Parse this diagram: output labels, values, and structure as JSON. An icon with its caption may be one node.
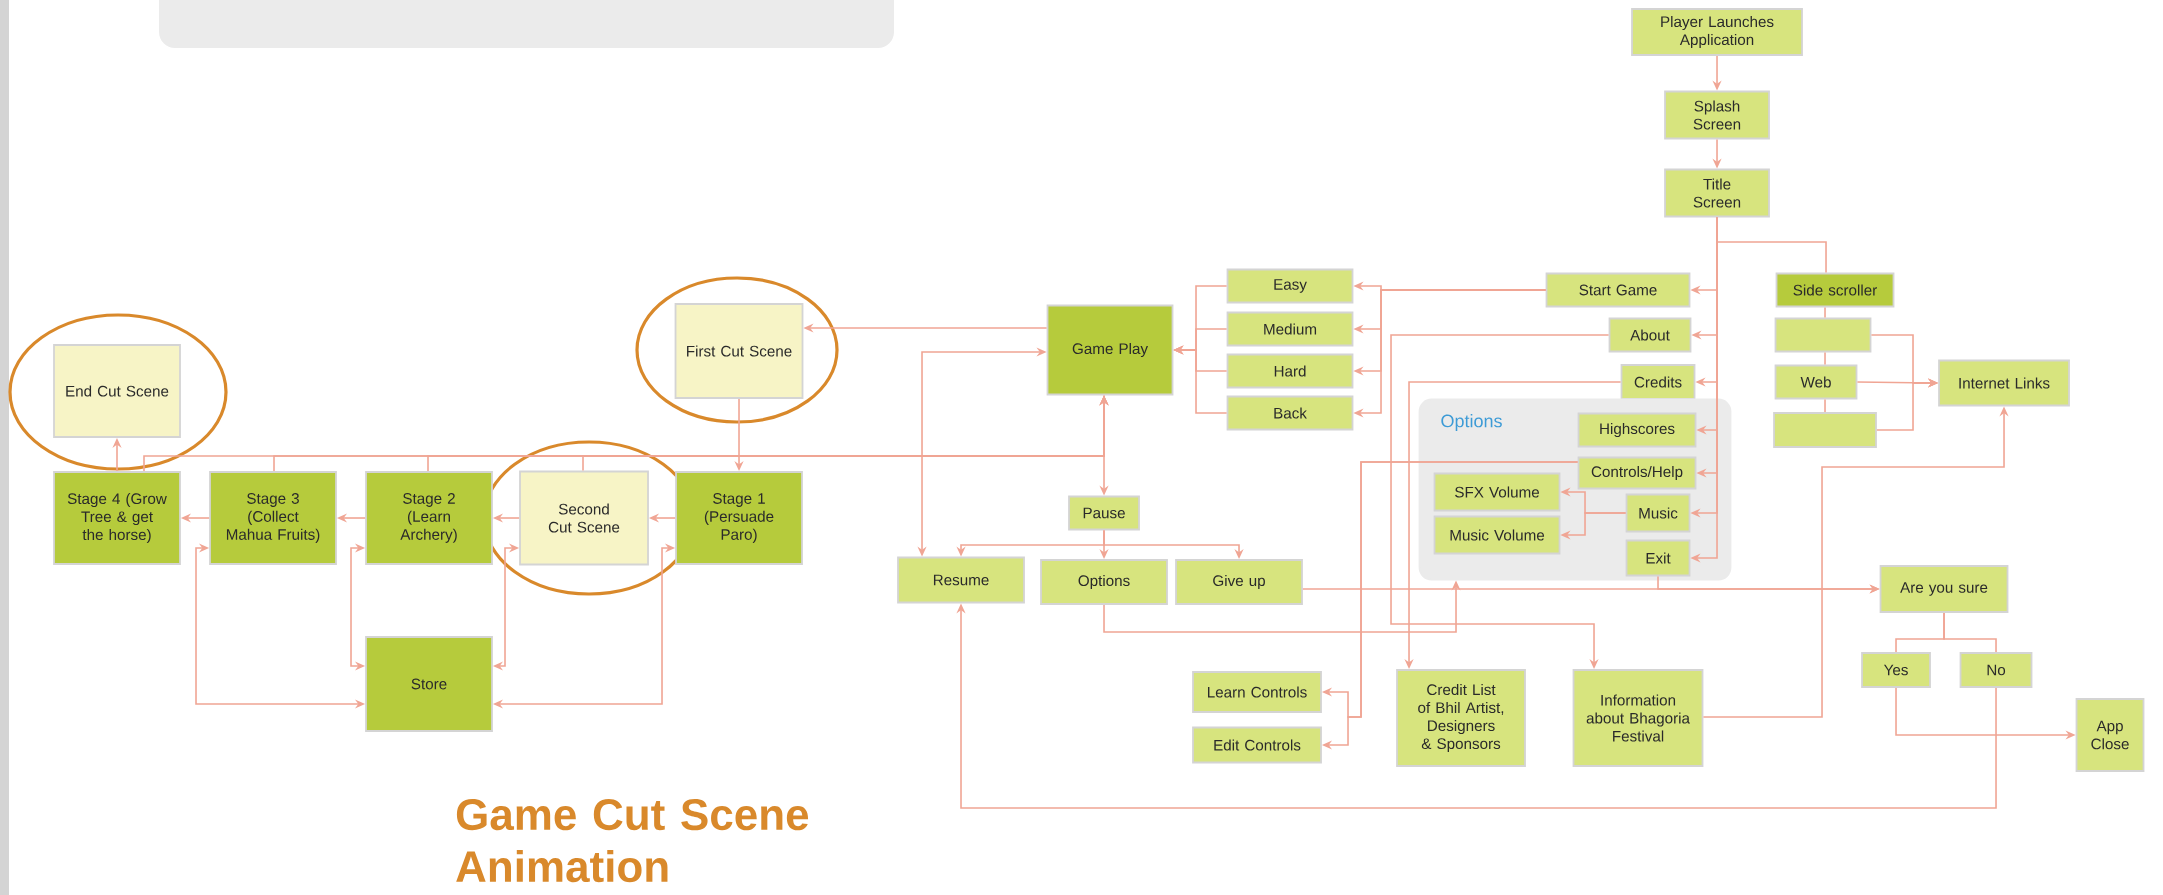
{
  "diagram": {
    "title": "Game Cut Scene Animation",
    "nodes": [
      {
        "text": [
          "Player Launches Application"
        ]
      },
      {
        "text": [
          "Splash Screen"
        ]
      },
      {
        "text": [
          "Title Screen"
        ]
      },
      {
        "text": [
          "Start Game"
        ]
      },
      {
        "text": [
          "About"
        ]
      },
      {
        "text": [
          "Credits"
        ]
      },
      {
        "text": [
          "Options"
        ]
      },
      {
        "text": [
          "Highscores"
        ],
        "in": 6
      },
      {
        "text": [
          "Controls/Help"
        ],
        "in": 6
      },
      {
        "text": [
          "SFX Volume"
        ],
        "in": 6
      },
      {
        "text": [
          "Music Volume"
        ],
        "in": 6
      },
      {
        "text": [
          "Music"
        ],
        "in": 6
      },
      {
        "text": [
          "Exit"
        ],
        "in": 6
      },
      {
        "text": [
          "Side scroller"
        ]
      },
      {
        "text": [],
        "shape": "box"
      },
      {
        "text": [
          "Web"
        ]
      },
      {
        "text": [],
        "shape": "box"
      },
      {
        "text": [
          "Internet Links"
        ]
      },
      {
        "text": [
          "Easy"
        ]
      },
      {
        "text": [
          "Medium"
        ]
      },
      {
        "text": [
          "Hard"
        ]
      },
      {
        "text": [
          "Back"
        ]
      },
      {
        "text": [
          "Game Play"
        ]
      },
      {
        "text": [
          "First Cut Scene"
        ]
      },
      {
        "text": [
          "End Cut Scene"
        ]
      },
      {
        "text": [
          "Stage 4 (Grow Tree & get the horse)"
        ]
      },
      {
        "text": [
          "Stage 3 (Collect Mahua Fruits)"
        ]
      },
      {
        "text": [
          "Stage 2 (Learn Archery)"
        ]
      },
      {
        "text": [
          "Second Cut Scene"
        ]
      },
      {
        "text": [
          "Stage 1 (Persuade Paro)"
        ]
      },
      {
        "text": [
          "Store"
        ]
      },
      {
        "text": [
          "Pause"
        ]
      },
      {
        "text": [
          "Resume"
        ]
      },
      {
        "text": [
          "Options"
        ]
      },
      {
        "text": [
          "Give up"
        ]
      },
      {
        "text": [
          "Are you sure"
        ]
      },
      {
        "text": [
          "Yes"
        ]
      },
      {
        "text": [
          "No"
        ]
      },
      {
        "text": [
          "App Close"
        ]
      },
      {
        "text": [
          "Learn Controls"
        ]
      },
      {
        "text": [
          "Edit Controls"
        ]
      },
      {
        "text": [
          "Credit List of Bhil Artist, Designers & Sponsors"
        ]
      },
      {
        "text": [
          "Information about Bhagoria Festival"
        ]
      }
    ],
    "edges": [
      {
        "from": 0,
        "to": 1,
        "arrow": "to"
      },
      {
        "from": 1,
        "to": 2,
        "arrow": "to"
      },
      {
        "from": 2,
        "to": 3,
        "arrow": "to"
      },
      {
        "from": 2,
        "to": 4,
        "arrow": "to"
      },
      {
        "from": 2,
        "to": 5,
        "arrow": "to"
      },
      {
        "from": 2,
        "to": 7,
        "arrow": "to"
      },
      {
        "from": 2,
        "to": 8,
        "arrow": "to"
      },
      {
        "from": 2,
        "to": 11,
        "arrow": "to"
      },
      {
        "from": 2,
        "to": 12,
        "arrow": "to"
      },
      {
        "from": 2,
        "to": 13,
        "arrow": "none"
      },
      {
        "from": 13,
        "to": 14,
        "arrow": "none"
      },
      {
        "from": 14,
        "to": 15,
        "arrow": "none"
      },
      {
        "from": 15,
        "to": 16,
        "arrow": "none"
      },
      {
        "from": 14,
        "to": 17,
        "arrow": "to"
      },
      {
        "from": 15,
        "to": 17,
        "arrow": "to"
      },
      {
        "from": 16,
        "to": 17,
        "arrow": "to"
      },
      {
        "from": 3,
        "to": 18,
        "arrow": "to"
      },
      {
        "from": 3,
        "to": 19,
        "arrow": "to"
      },
      {
        "from": 3,
        "to": 20,
        "arrow": "to"
      },
      {
        "from": 3,
        "to": 21,
        "arrow": "to"
      },
      {
        "from": 18,
        "to": 22,
        "arrow": "to"
      },
      {
        "from": 19,
        "to": 22,
        "arrow": "to"
      },
      {
        "from": 20,
        "to": 22,
        "arrow": "to"
      },
      {
        "from": 21,
        "to": 22,
        "arrow": "to"
      },
      {
        "from": 22,
        "to": 23,
        "arrow": "to"
      },
      {
        "from": 23,
        "to": 29,
        "arrow": "to"
      },
      {
        "from": 29,
        "to": 28,
        "arrow": "to"
      },
      {
        "from": 28,
        "to": 27,
        "arrow": "to"
      },
      {
        "from": 27,
        "to": 26,
        "arrow": "to"
      },
      {
        "from": 26,
        "to": 25,
        "arrow": "to"
      },
      {
        "from": 25,
        "to": 24,
        "arrow": "to"
      },
      {
        "from": 25,
        "to": 22,
        "arrow": "to"
      },
      {
        "from": 26,
        "to": 22,
        "arrow": "to"
      },
      {
        "from": 27,
        "to": 22,
        "arrow": "to"
      },
      {
        "from": 28,
        "to": 22,
        "arrow": "to"
      },
      {
        "from": 26,
        "to": 30,
        "arrow": "both"
      },
      {
        "from": 27,
        "to": 30,
        "arrow": "both"
      },
      {
        "from": 28,
        "to": 30,
        "arrow": "both"
      },
      {
        "from": 29,
        "to": 30,
        "arrow": "both"
      },
      {
        "from": 22,
        "to": 32,
        "arrow": "both"
      },
      {
        "from": 22,
        "to": 31,
        "arrow": "to"
      },
      {
        "from": 31,
        "to": 32,
        "arrow": "to"
      },
      {
        "from": 31,
        "to": 33,
        "arrow": "to"
      },
      {
        "from": 31,
        "to": 34,
        "arrow": "to"
      },
      {
        "from": 33,
        "to": 6,
        "arrow": "to"
      },
      {
        "from": 34,
        "to": 35,
        "arrow": "to"
      },
      {
        "from": 12,
        "to": 35,
        "arrow": "to"
      },
      {
        "from": 35,
        "to": 36,
        "arrow": "none"
      },
      {
        "from": 35,
        "to": 37,
        "arrow": "none"
      },
      {
        "from": 36,
        "to": 38,
        "arrow": "to"
      },
      {
        "from": 37,
        "to": 32,
        "arrow": "to"
      },
      {
        "from": 4,
        "to": 42,
        "arrow": "to"
      },
      {
        "from": 5,
        "to": 41,
        "arrow": "to"
      },
      {
        "from": 8,
        "to": 39,
        "arrow": "to"
      },
      {
        "from": 8,
        "to": 40,
        "arrow": "to"
      },
      {
        "from": 11,
        "to": 9,
        "arrow": "to"
      },
      {
        "from": 11,
        "to": 10,
        "arrow": "to"
      },
      {
        "from": 42,
        "to": 17,
        "arrow": "to"
      }
    ]
  }
}
